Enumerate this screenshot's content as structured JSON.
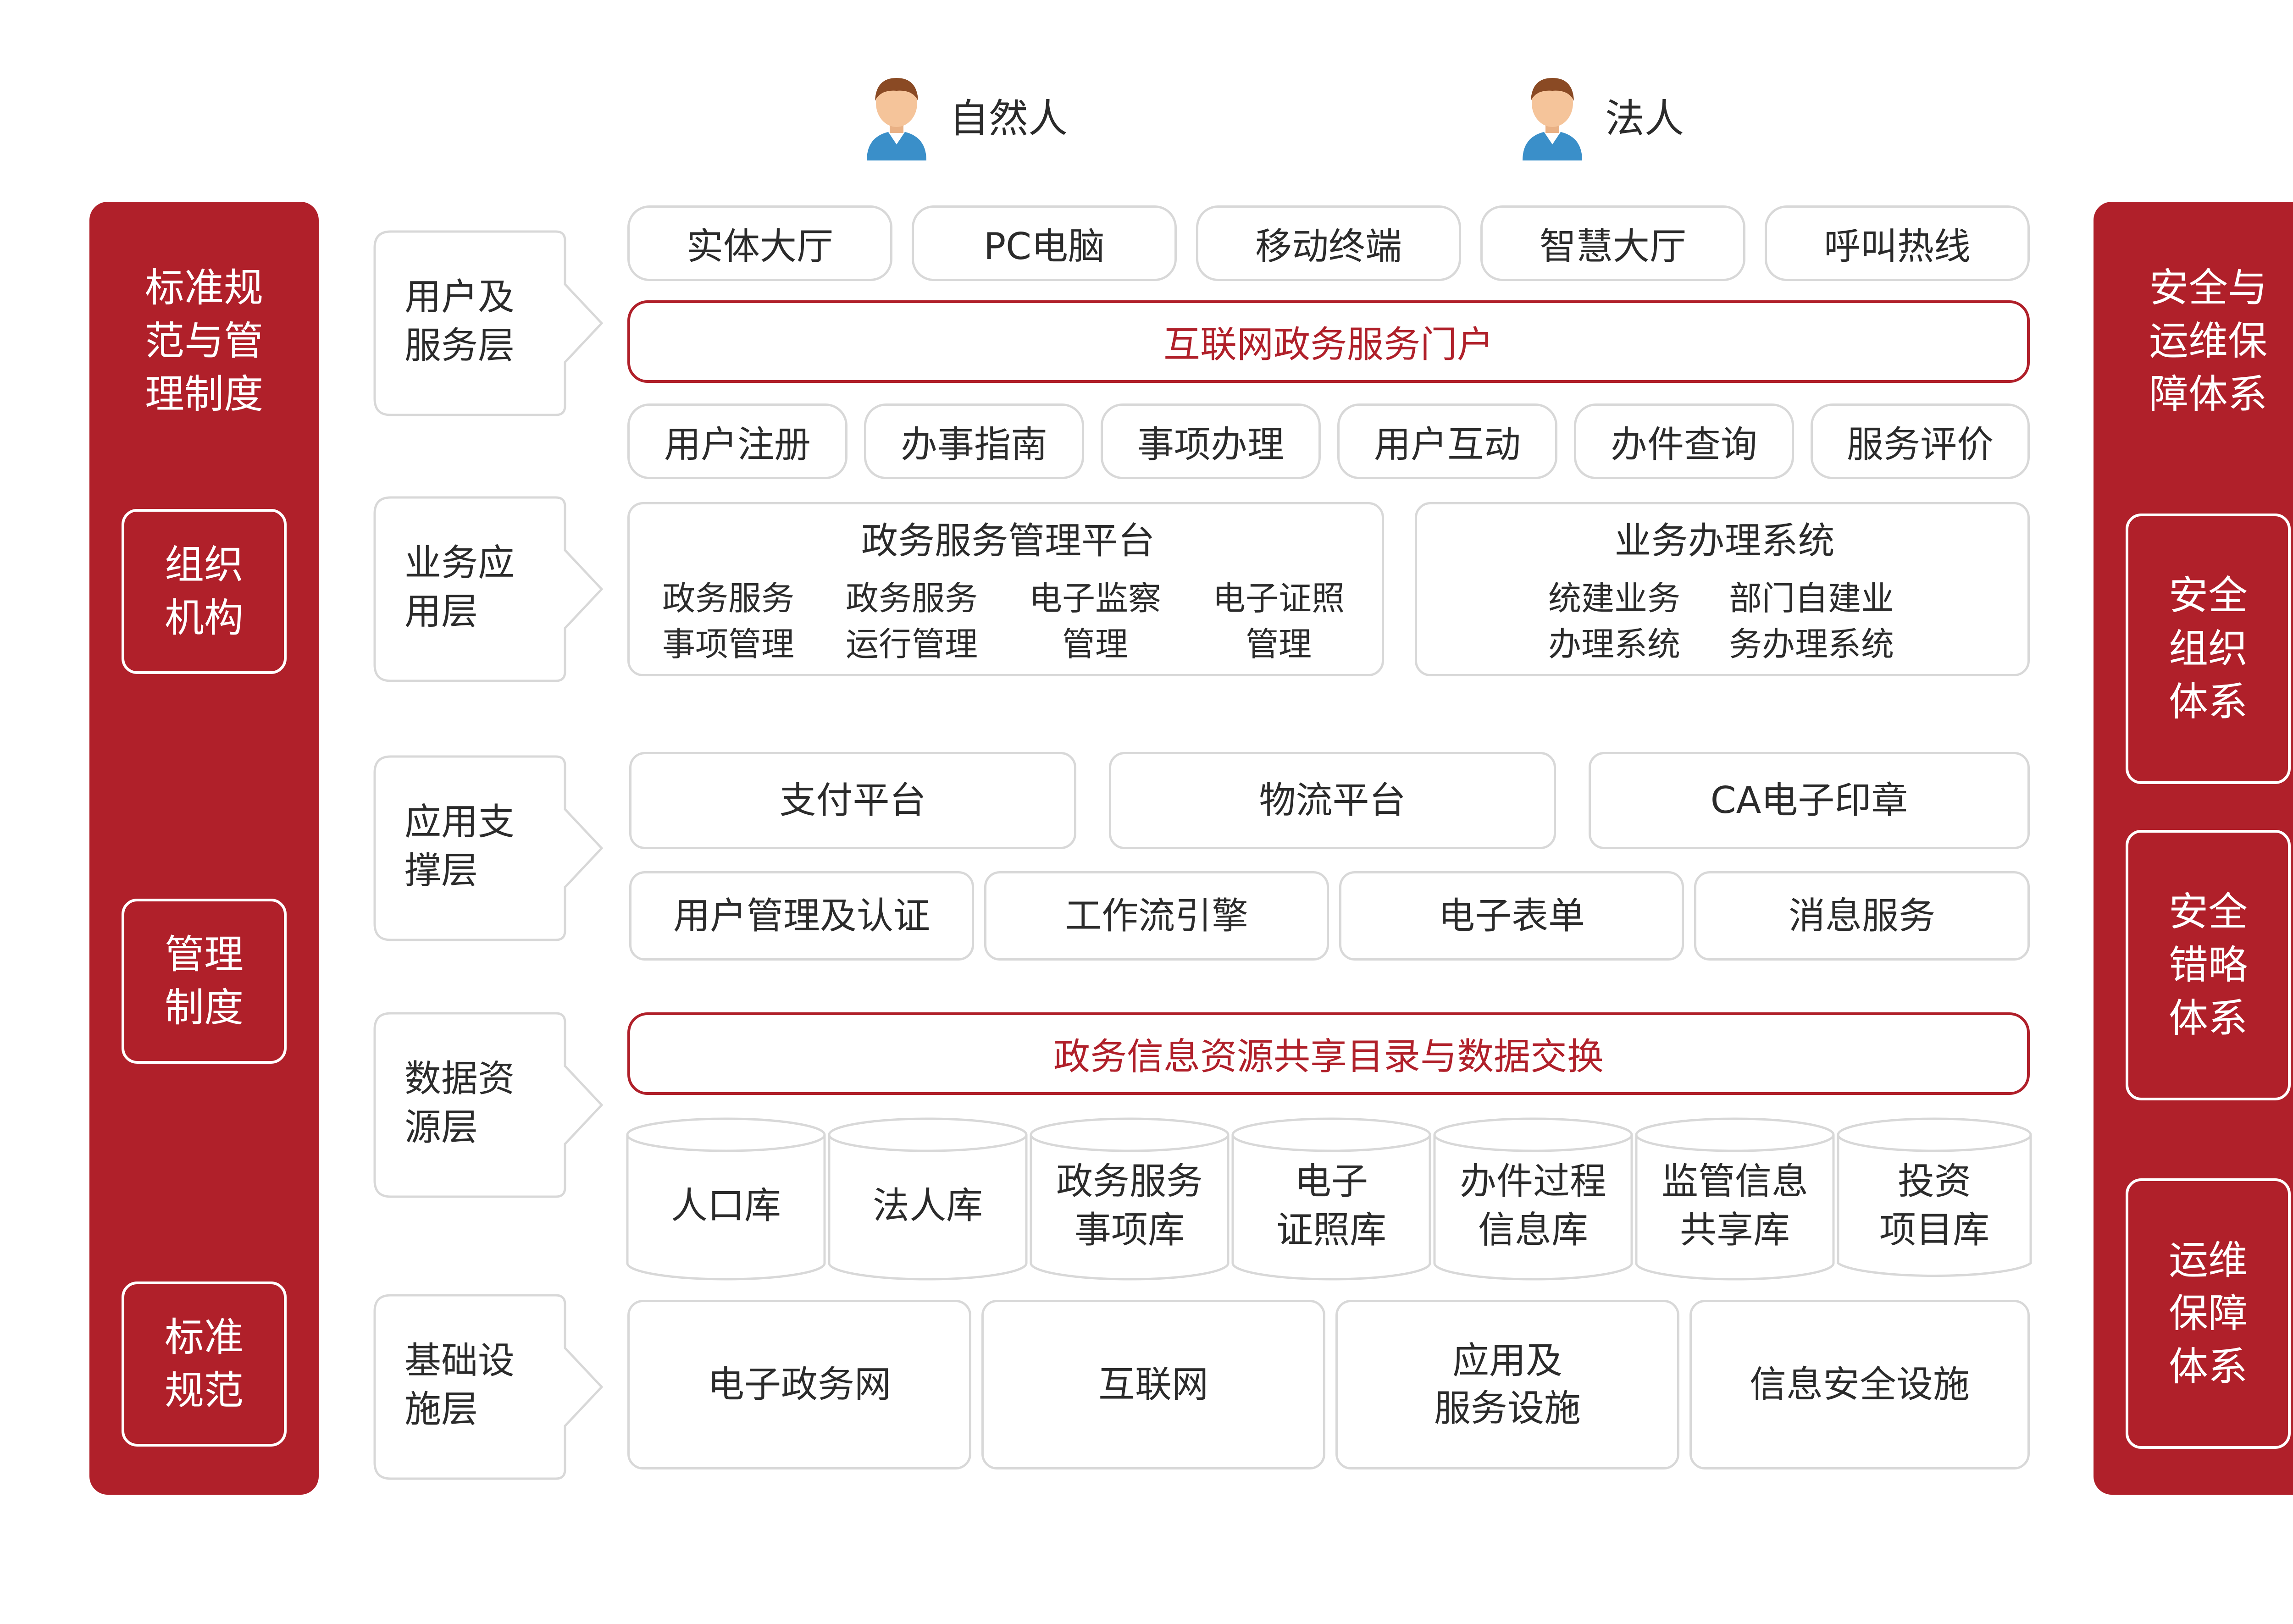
{
  "users": [
    {
      "label": "自然人",
      "icon": "person-icon"
    },
    {
      "label": "法人",
      "icon": "person-icon"
    }
  ],
  "left_panel": {
    "title": "标准规\n范与管\n理制度",
    "items": [
      "组织\n机构",
      "管理\n制度",
      "标准\n规范"
    ]
  },
  "right_panel": {
    "title": "安全与\n运维保\n障体系",
    "items": [
      "安全\n组织\n体系",
      "安全\n错略\n体系",
      "运维\n保障\n体系"
    ]
  },
  "layers": {
    "user_service": {
      "label": "用户及\n服务层",
      "channels": [
        "实体大厅",
        "PC电脑",
        "移动终端",
        "智慧大厅",
        "呼叫热线"
      ],
      "portal": "互联网政务服务门户",
      "functions": [
        "用户注册",
        "办事指南",
        "事项办理",
        "用户互动",
        "办件查询",
        "服务评价"
      ]
    },
    "business_app": {
      "label": "业务应\n用层",
      "platform_title": "政务服务管理平台",
      "platform_items": [
        "政务服务\n事项管理",
        "政务服务\n运行管理",
        "电子监察\n管理",
        "电子证照\n管理"
      ],
      "system_title": "业务办理系统",
      "system_items": [
        "统建业务\n办理系统",
        "部门自建业\n务办理系统"
      ]
    },
    "app_support": {
      "label": "应用支\n撑层",
      "row1": [
        "支付平台",
        "物流平台",
        "CA电子印章"
      ],
      "row2": [
        "用户管理及认证",
        "工作流引擎",
        "电子表单",
        "消息服务"
      ]
    },
    "data_resource": {
      "label": "数据资\n源层",
      "exchange": "政务信息资源共享目录与数据交换",
      "databases": [
        "人口库",
        "法人库",
        "政务服务\n事项库",
        "电子\n证照库",
        "办件过程\n信息库",
        "监管信息\n共享库",
        "投资\n项目库"
      ]
    },
    "infrastructure": {
      "label": "基础设\n施层",
      "items": [
        "电子政务网",
        "互联网",
        "应用及\n服务设施",
        "信息安全设施"
      ]
    }
  },
  "colors": {
    "accent": "#b0202a",
    "border": "#d8d8d8",
    "skin": "#f5c49a",
    "hair": "#8a4a24",
    "shirt": "#3a8fc9"
  }
}
